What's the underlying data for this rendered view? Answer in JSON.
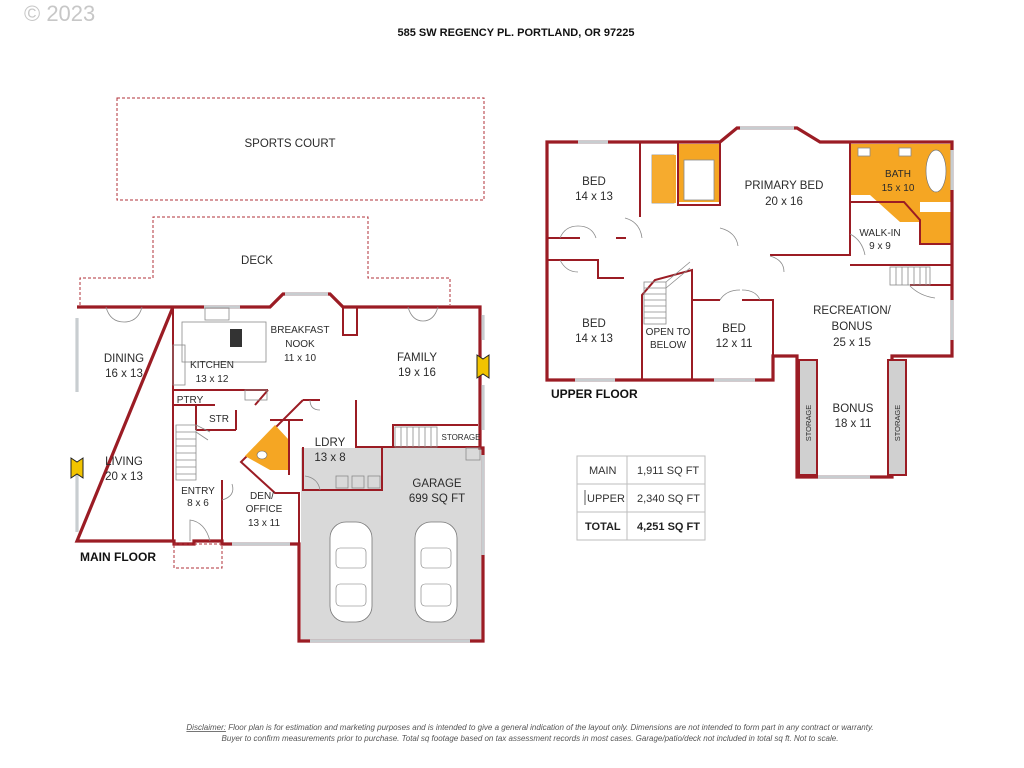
{
  "header": {
    "copyright": "© 2023",
    "address": "585 SW REGENCY PL. PORTLAND, OR 97225"
  },
  "main_floor": {
    "label": "MAIN FLOOR",
    "rooms": {
      "sports_court": "SPORTS COURT",
      "deck": "DECK",
      "dining": "DINING",
      "dining_dim": "16 x 13",
      "kitchen": "KITCHEN",
      "kitchen_dim": "13 x 12",
      "breakfast": "BREAKFAST",
      "nook": "NOOK",
      "nook_dim": "11 x 10",
      "family": "FAMILY",
      "family_dim": "19 x 16",
      "ptry": "PTRY",
      "str": "STR",
      "living": "LIVING",
      "living_dim": "20 x 13",
      "entry": "ENTRY",
      "entry_dim": "8 x 6",
      "den": "DEN/",
      "office": "OFFICE",
      "den_dim": "13 x 11",
      "ldry": "LDRY",
      "ldry_dim": "13 x 8",
      "storage": "STORAGE",
      "garage": "GARAGE",
      "garage_dim": "699 SQ FT"
    }
  },
  "upper_floor": {
    "label": "UPPER FLOOR",
    "rooms": {
      "bed1": "BED",
      "bed1_dim": "14 x 13",
      "primary": "PRIMARY BED",
      "primary_dim": "20 x 16",
      "bath": "BATH",
      "bath_dim": "15 x 10",
      "walkin": "WALK-IN",
      "walkin_dim": "9 x 9",
      "bed2": "BED",
      "bed2_dim": "14 x 13",
      "open1": "OPEN TO",
      "open2": "BELOW",
      "bed3": "BED",
      "bed3_dim": "12 x 11",
      "rec1": "RECREATION/",
      "rec2": "BONUS",
      "rec_dim": "25 x 15",
      "bonus": "BONUS",
      "bonus_dim": "18 x 11",
      "storage_left": "STORAGE",
      "storage_right": "STORAGE"
    }
  },
  "area_table": {
    "rows": [
      {
        "label": "MAIN",
        "value": "1,911 SQ FT"
      },
      {
        "label": "UPPER",
        "value": "2,340  SQ FT"
      },
      {
        "label": "TOTAL",
        "value": "4,251 SQ FT"
      }
    ]
  },
  "disclaimer": {
    "heading": "Disclaimer:",
    "line1": " Floor plan is for estimation and marketing purposes and is intended to give a general indication of the layout only. Dimensions are not intended to form part in any contract or warranty.",
    "line2": "Buyer to confirm measurements  prior to purchase. Total sq footage based on tax assessment records in most cases. Garage/patio/deck not included in total sq ft. Not to scale."
  },
  "colors": {
    "wall": "#9b1c24",
    "garage_floor": "#d9d9d9",
    "wet_area": "#f5a623",
    "window": "#c8cdd0",
    "door_marker": "#f2c400"
  }
}
